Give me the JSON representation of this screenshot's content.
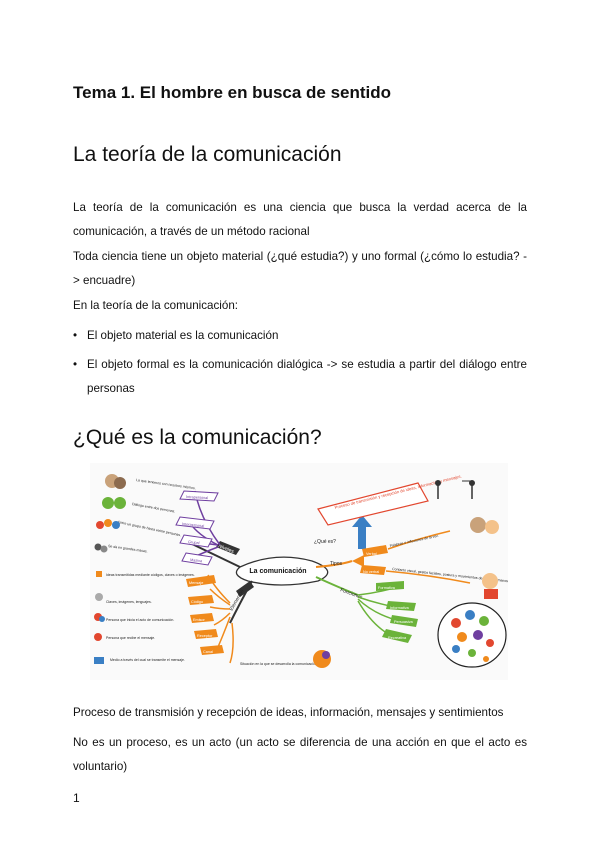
{
  "document": {
    "topic_heading": "Tema 1. El hombre en busca de sentido",
    "section1_heading": "La teoría de la comunicación",
    "para1": "La teoría de la comunicación es una ciencia que busca la verdad acerca de la comunicación, a través de un método racional",
    "para2": "Toda ciencia tiene un objeto material (¿qué estudia?) y uno formal (¿cómo lo estudia? -> encuadre)",
    "para3": "En la teoría de la comunicación:",
    "bullets": [
      "El objeto material es la comunicación",
      "El objeto formal es la comunicación dialógica -> se estudia a partir del diálogo entre personas"
    ],
    "section2_heading": "¿Qué es la comunicación?",
    "para4": "Proceso de transmisión y recepción de ideas, información, mensajes y sentimientos",
    "para5": "No es un proceso, es un acto (un acto se diferencia de una acción en que el acto es voluntario)",
    "page_number": "1"
  },
  "mindmap": {
    "center": "La comunicación",
    "branch_niveles": "Niveles",
    "branch_elementos": "Elementos",
    "branch_tipos": "Tipos",
    "branch_funciones": "Funciones",
    "que_es": "¿Qué es?",
    "definition": "Proceso de transmisión y recepción de ideas, información y mensajes.",
    "niveles": [
      {
        "tag": "Intrapersonal",
        "desc": "La que tenemos con nosotros mismos."
      },
      {
        "tag": "Interpersonal",
        "desc": "Diálogo entre dos personas."
      },
      {
        "tag": "Grupal",
        "desc": "Entre un grupo de hasta veinte personas."
      },
      {
        "tag": "Masiva",
        "desc": "Se da en grandes masas."
      }
    ],
    "elementos": [
      {
        "tag": "Mensaje",
        "desc": "Ideas transmitidas mediante códigos, claves o imágenes."
      },
      {
        "tag": "Código",
        "desc": "Claves, imágenes, lenguajes."
      },
      {
        "tag": "Emisor",
        "desc": "Persona que inicia el acto de comunicación."
      },
      {
        "tag": "Receptor",
        "desc": "Persona que recibe el mensaje."
      },
      {
        "tag": "Canal",
        "desc": "Medio a través del cual se transmite el mensaje."
      }
    ],
    "contexto": "Situación en la que se desarrolla la comunicación.",
    "tipos": [
      {
        "tag": "Verbal",
        "desc": "Palabras e inflexiones de la voz."
      },
      {
        "tag": "No verbal",
        "desc": "Contacto visual, gestos faciales, postura y movimientos de brazos y manos."
      }
    ],
    "funciones": [
      "Formativa",
      "Informativa",
      "Persuasiva",
      "Recreativa"
    ],
    "colors": {
      "purple": "#6f3fa0",
      "orange": "#f08a1c",
      "green": "#6bb33a",
      "blue": "#3a7fc4",
      "red": "#e2472f",
      "gray": "#333333"
    }
  }
}
